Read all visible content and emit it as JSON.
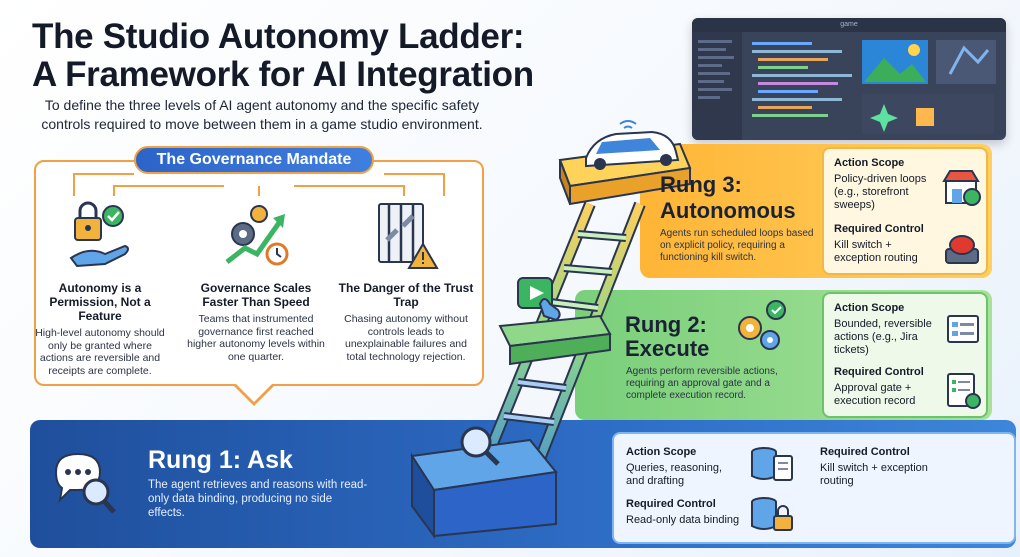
{
  "header": {
    "title_line1": "The Studio Autonomy Ladder:",
    "title_line2": "A Framework for AI Integration",
    "subtitle": "To define the three levels of AI agent autonomy and the specific safety controls required to move between them in a game studio environment."
  },
  "governance": {
    "banner": "The Governance Mandate",
    "columns": [
      {
        "icon": "lock-hand-check-icon",
        "heading": "Autonomy is a Permission, Not a Feature",
        "body": "High-level autonomy should only be granted where actions are reversible and receipts are complete."
      },
      {
        "icon": "gears-growth-arrow-icon",
        "heading": "Governance Scales Faster Than Speed",
        "body": "Teams that instrumented governance first reached higher autonomy levels within one quarter."
      },
      {
        "icon": "broken-chain-warning-icon",
        "heading": "The Danger of the Trust Trap",
        "body": "Chasing autonomy without controls leads to unexplainable failures and total technology rejection."
      }
    ]
  },
  "mockup": {
    "window_title": "game"
  },
  "rungs": {
    "rung3": {
      "title_line1": "Rung 3:",
      "title_line2": "Autonomous",
      "description": "Agents run scheduled loops based on explicit policy, requiring a functioning kill switch.",
      "action_scope_label": "Action Scope",
      "action_scope_text": "Policy-driven loops (e.g., storefront sweeps)",
      "required_control_label": "Required Control",
      "required_control_text": "Kill switch + exception routing",
      "color": "#ffb536"
    },
    "rung2": {
      "title_line1": "Rung 2:",
      "title_line2": "Execute",
      "description": "Agents perform reversible actions, requiring an approval gate and a complete execution record.",
      "action_scope_label": "Action Scope",
      "action_scope_text": "Bounded, reversible actions (e.g., Jira tickets)",
      "required_control_label": "Required Control",
      "required_control_text": "Approval gate + execution record",
      "color": "#79cf7a"
    },
    "rung1": {
      "title": "Rung 1: Ask",
      "description": "The agent retrieves and reasons with read-only data binding, producing no side effects.",
      "action_scope_label": "Action Scope",
      "action_scope_text": "Queries, reasoning, and drafting",
      "required_control_label": "Required Control",
      "required_control_text": "Read-only data binding",
      "required_control2_label": "Required Control",
      "required_control2_text": "Kill switch + exception routing",
      "color": "#2d6bc4"
    }
  }
}
